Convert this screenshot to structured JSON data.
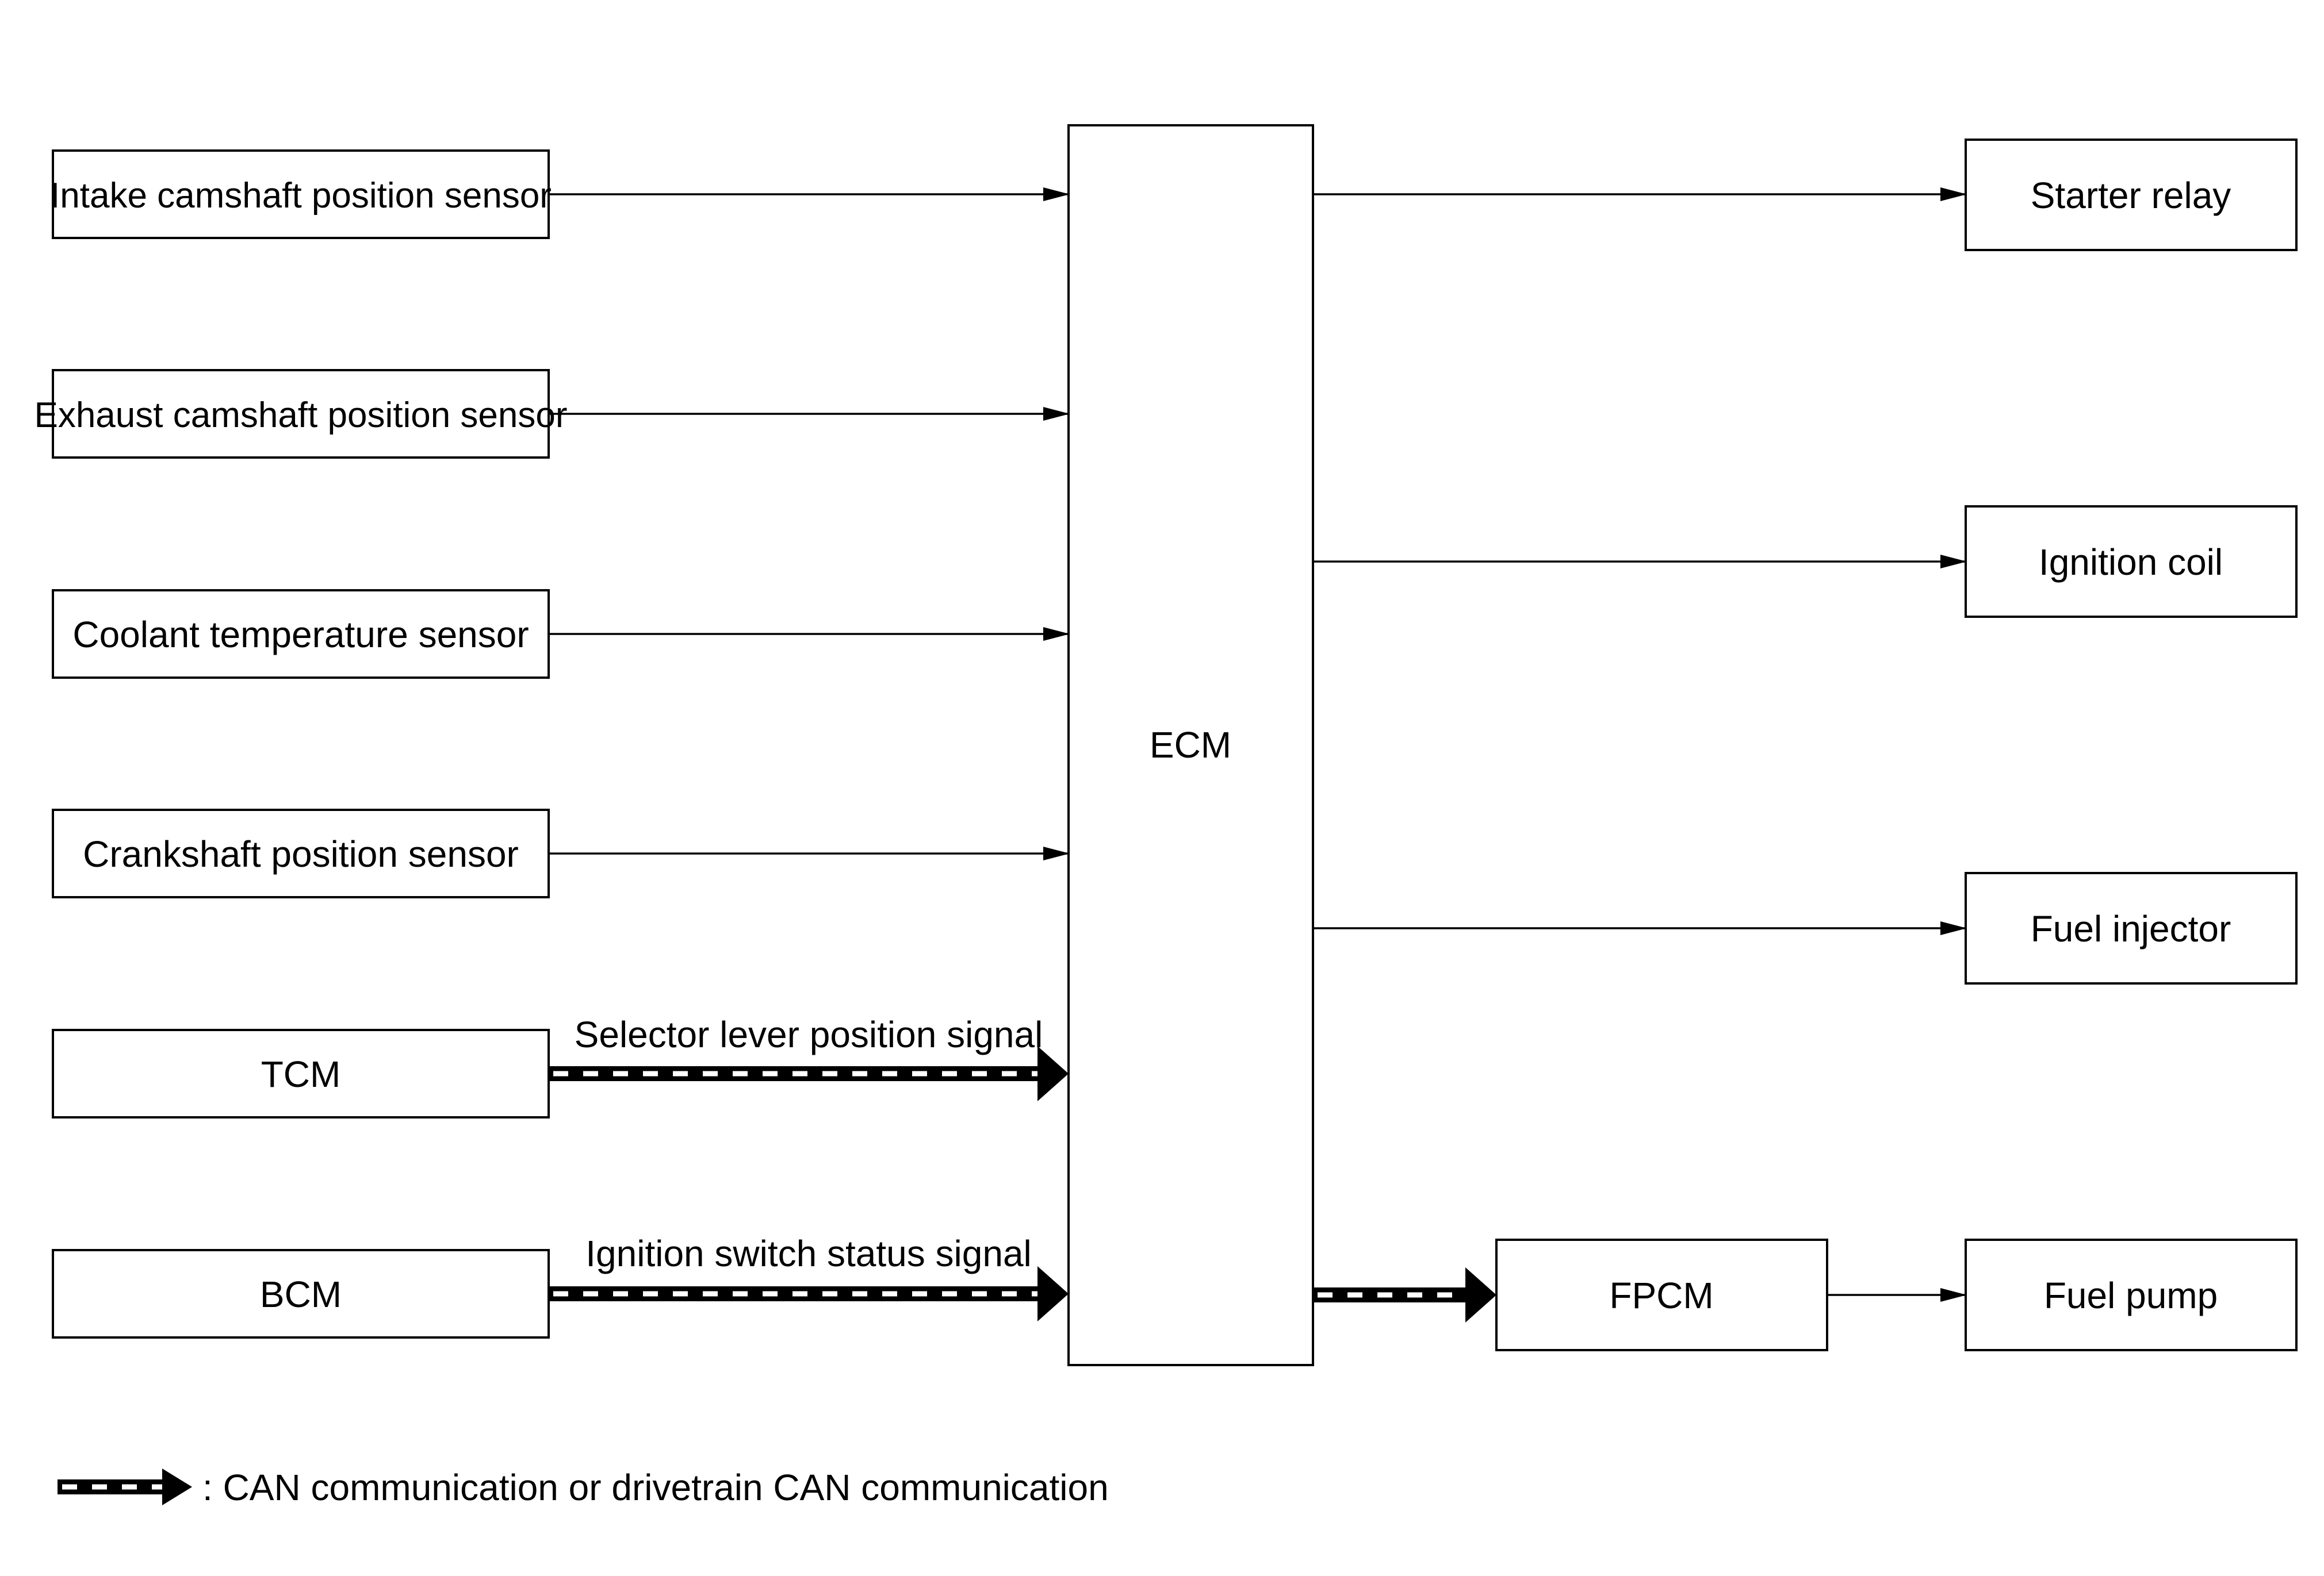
{
  "diagram": {
    "inputs": [
      {
        "label": "Intake camshaft position sensor"
      },
      {
        "label": "Exhaust camshaft position sensor"
      },
      {
        "label": "Coolant temperature sensor"
      },
      {
        "label": "Crankshaft position sensor"
      },
      {
        "label": "TCM",
        "signal": "Selector lever position signal"
      },
      {
        "label": "BCM",
        "signal": "Ignition switch status signal"
      }
    ],
    "center": {
      "label": "ECM"
    },
    "outputs": [
      {
        "label": "Starter relay"
      },
      {
        "label": "Ignition coil"
      },
      {
        "label": "Fuel injector"
      },
      {
        "label": "Fuel pump"
      }
    ],
    "intermediate": {
      "label": "FPCM"
    },
    "legend": {
      "label": ": CAN communication or drivetrain CAN communication"
    }
  }
}
